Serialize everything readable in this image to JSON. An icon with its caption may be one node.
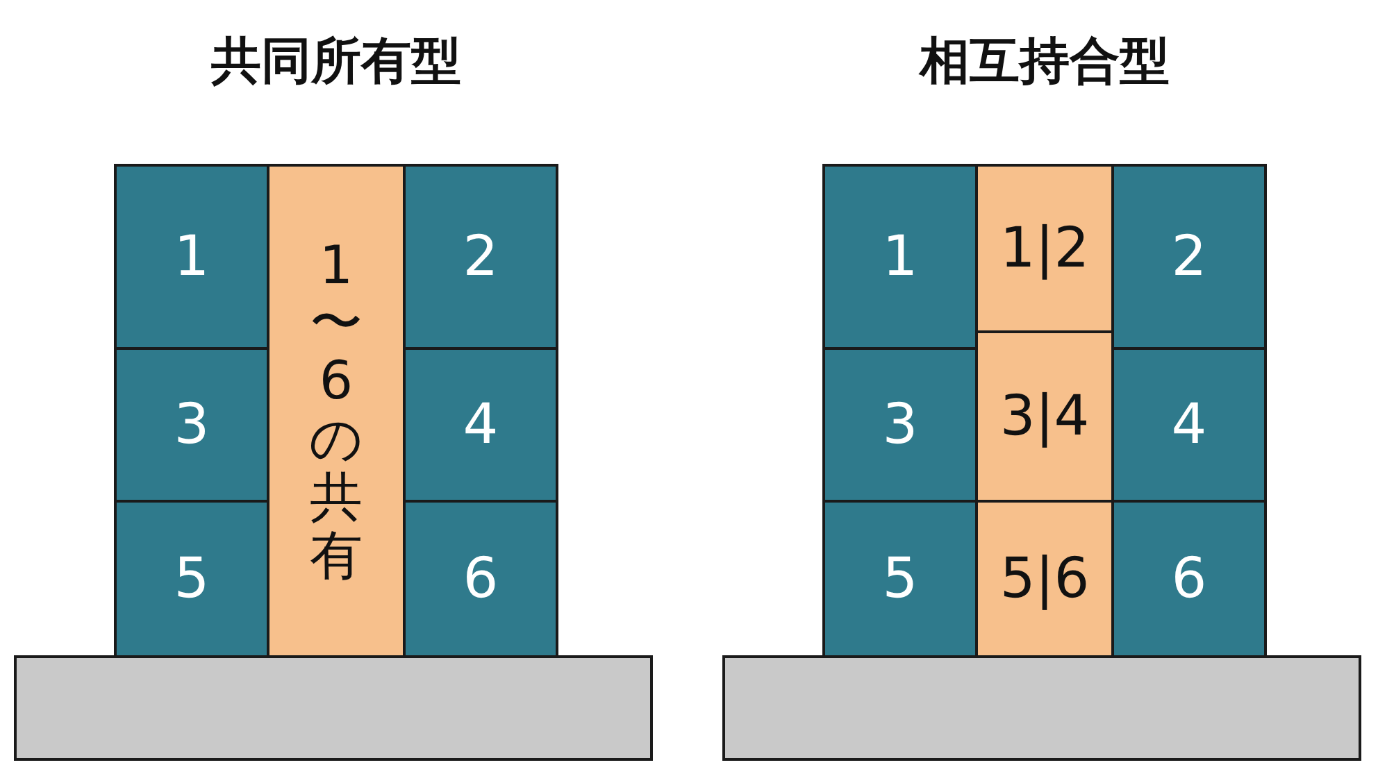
{
  "diagram": {
    "nodes": [
      {
        "text": [
          "1"
        ]
      },
      {
        "text": [
          "1〜6の共有"
        ]
      },
      {
        "text": [
          "2"
        ]
      },
      {
        "text": [
          "3"
        ]
      },
      {
        "text": [
          "4"
        ]
      },
      {
        "text": [
          "5"
        ]
      },
      {
        "text": [
          "6"
        ]
      },
      {
        "text": [],
        "shape": "bar"
      },
      {
        "text": [
          "1"
        ]
      },
      {
        "text": [
          "1|2"
        ]
      },
      {
        "text": [
          "2"
        ]
      },
      {
        "text": [
          "3"
        ]
      },
      {
        "text": [
          "3|4"
        ]
      },
      {
        "text": [
          "4"
        ]
      },
      {
        "text": [
          "5"
        ]
      },
      {
        "text": [
          "5|6"
        ]
      },
      {
        "text": [
          "6"
        ]
      },
      {
        "text": [],
        "shape": "bar"
      }
    ],
    "edges": [],
    "labels": [
      "共同所有型",
      "相互持合型"
    ]
  }
}
